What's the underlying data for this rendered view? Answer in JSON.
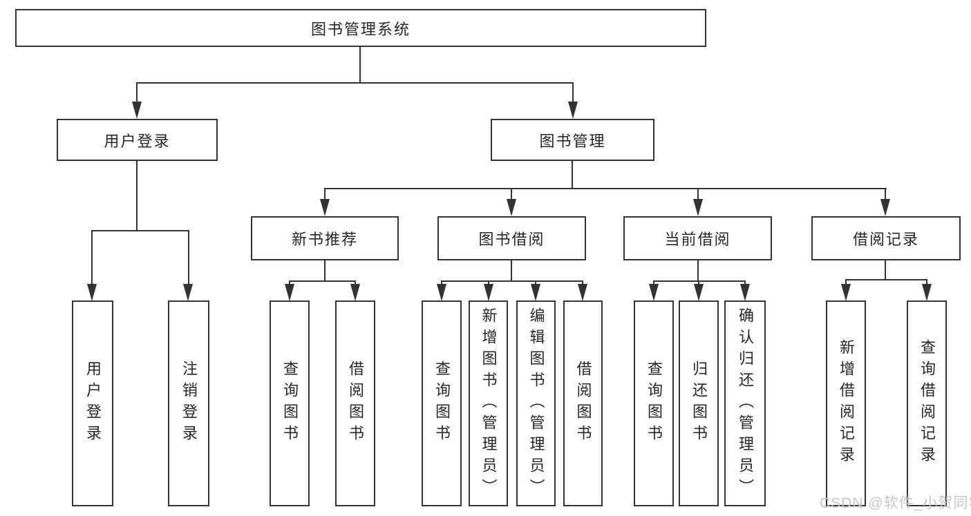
{
  "tree": {
    "root": "图书管理系统",
    "branches": [
      {
        "label": "用户登录",
        "leaves": [
          "用户登录",
          "注销登录"
        ]
      },
      {
        "label": "图书管理",
        "groups": [
          {
            "label": "新书推荐",
            "leaves": [
              "查询图书",
              "借阅图书"
            ]
          },
          {
            "label": "图书借阅",
            "leaves": [
              "查询图书",
              "新增图书（管理员）",
              "编辑图书（管理员）",
              "借阅图书"
            ]
          },
          {
            "label": "当前借阅",
            "leaves": [
              "查询图书",
              "归还图书",
              "确认归还（管理员）"
            ]
          },
          {
            "label": "借阅记录",
            "leaves": [
              "新增借阅记录",
              "查询借阅记录"
            ]
          }
        ]
      }
    ]
  },
  "watermark": "CSDN @软件_小贺同学",
  "colors": {
    "line": "#333333",
    "text": "#262626",
    "watermark": "#c6c6c6",
    "background": "#ffffff"
  }
}
